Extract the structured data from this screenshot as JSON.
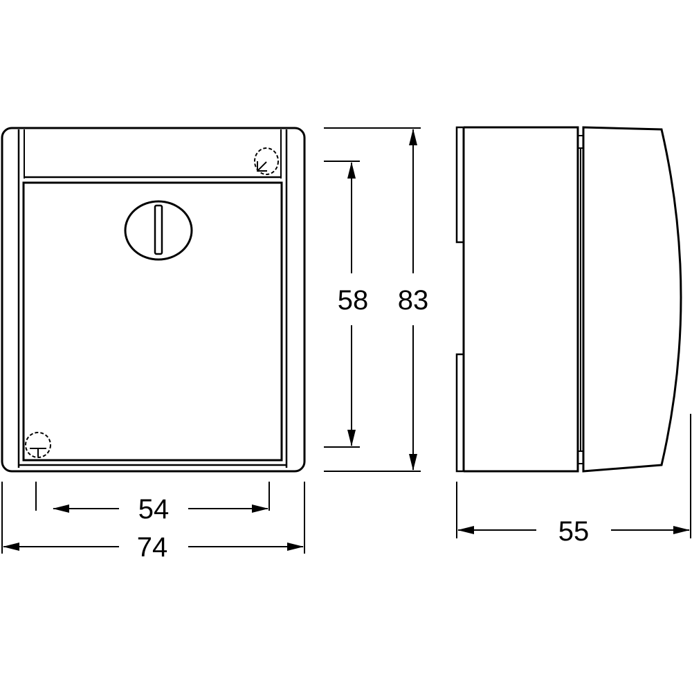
{
  "colors": {
    "line": "#000000",
    "background": "#ffffff",
    "cover_fill": "#b6b8ba"
  },
  "dimensions": {
    "inner_width": "54",
    "overall_width": "74",
    "inner_height": "58",
    "overall_height": "83",
    "depth": "55"
  }
}
